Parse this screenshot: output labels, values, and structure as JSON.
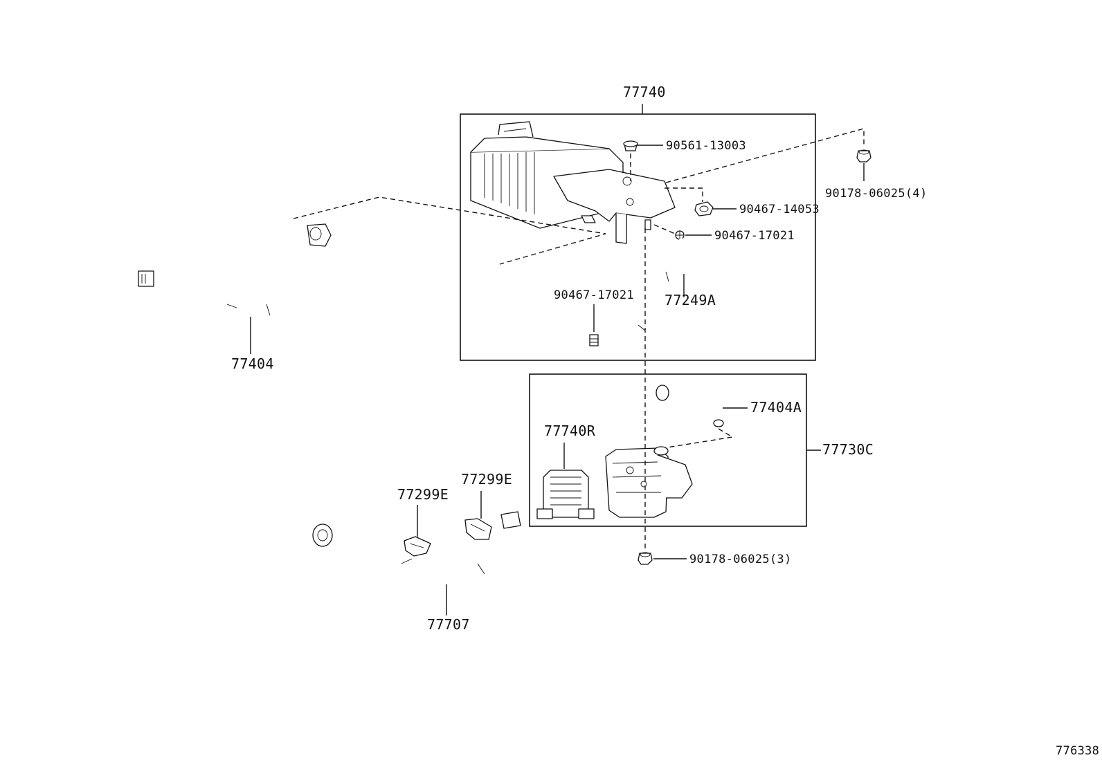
{
  "diagram_id": "776338",
  "labels": {
    "canister_assy": "77740",
    "grommet_1": "90561-13003",
    "nut_4": "90178-06025(4)",
    "nut_1": "90467-14053",
    "clip_upper": "90467-17021",
    "clip_lower": "90467-17021",
    "hose_249a": "77249A",
    "tube_404": "77404",
    "tube_404a": "77404A",
    "canister_r": "77740R",
    "pump_assy": "77730C",
    "clamp_a": "77299E",
    "clamp_b": "77299E",
    "tube_707": "77707",
    "nut_3": "90178-06025(3)"
  }
}
